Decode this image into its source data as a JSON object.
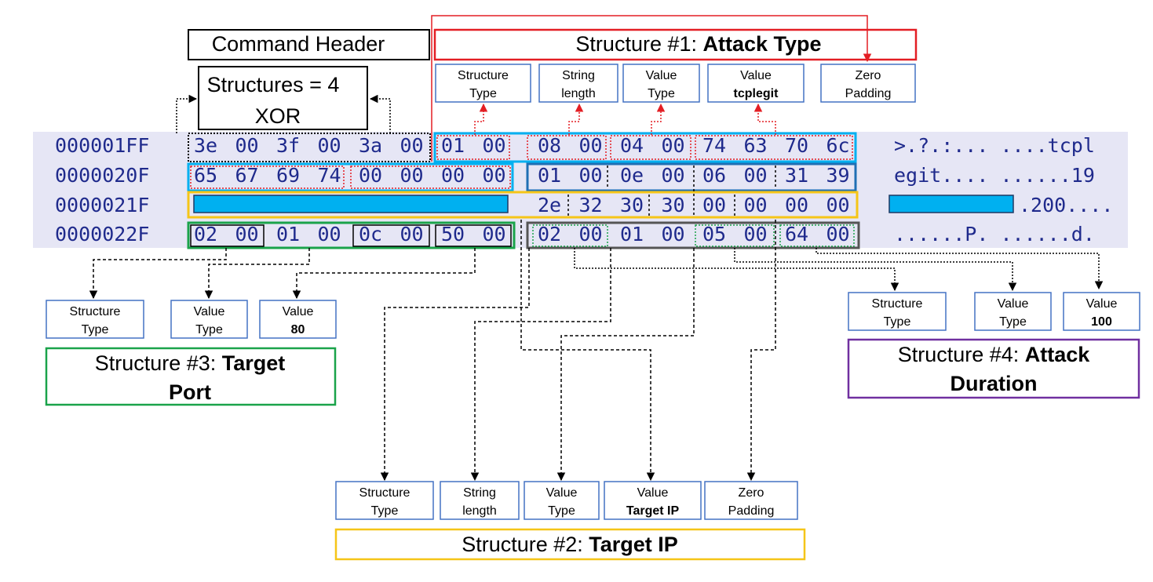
{
  "hexdump": {
    "offsets": [
      "000001FF",
      "0000020F",
      "0000021F",
      "0000022F"
    ],
    "rows": [
      [
        "3e",
        "00",
        "3f",
        "00",
        "3a",
        "00",
        "01",
        "00",
        "08",
        "00",
        "04",
        "00",
        "74",
        "63",
        "70",
        "6c"
      ],
      [
        "65",
        "67",
        "69",
        "74",
        "00",
        "00",
        "00",
        "00",
        "01",
        "00",
        "0e",
        "00",
        "06",
        "00",
        "31",
        "39"
      ],
      [
        "",
        "",
        "",
        "",
        "",
        "",
        "",
        "",
        "2e",
        "32",
        "30",
        "30",
        "00",
        "00",
        "00",
        "00"
      ],
      [
        "02",
        "00",
        "01",
        "00",
        "0c",
        "00",
        "50",
        "00",
        "02",
        "00",
        "01",
        "00",
        "05",
        "00",
        "64",
        "00"
      ]
    ],
    "ascii": [
      ">.?.:... ....tcpl",
      "egit.... ......19",
      ".200....",
      "......P. ......d."
    ]
  },
  "labels": {
    "command_header": "Command Header",
    "structures_count": "Structures = 4",
    "xor": "XOR",
    "s1_prefix": "Structure #1: ",
    "s1_bold": "Attack Type",
    "s2_prefix": "Structure #2: ",
    "s2_bold": "Target IP",
    "s3_prefix": "Structure #3: ",
    "s3_bold_1": "Target",
    "s3_bold_2": "Port",
    "s4_prefix": "Structure #4: ",
    "s4_bold_1": "Attack",
    "s4_bold_2": "Duration"
  },
  "fields": {
    "s1": [
      {
        "line1": "Structure",
        "line2": "Type",
        "bold2": false
      },
      {
        "line1": "String",
        "line2": "length",
        "bold2": false
      },
      {
        "line1": "Value",
        "line2": "Type",
        "bold2": false
      },
      {
        "line1": "Value",
        "line2": "tcplegit",
        "bold2": true
      },
      {
        "line1": "Zero",
        "line2": "Padding",
        "bold2": false
      }
    ],
    "s2": [
      {
        "line1": "Structure",
        "line2": "Type",
        "bold2": false
      },
      {
        "line1": "String",
        "line2": "length",
        "bold2": false
      },
      {
        "line1": "Value",
        "line2": "Type",
        "bold2": false
      },
      {
        "line1": "Value",
        "line2": "Target IP",
        "bold2": true
      },
      {
        "line1": "Zero",
        "line2": "Padding",
        "bold2": false
      }
    ],
    "s3": [
      {
        "line1": "Structure",
        "line2": "Type",
        "bold2": false
      },
      {
        "line1": "Value",
        "line2": "Type",
        "bold2": false
      },
      {
        "line1": "Value",
        "line2": "80",
        "bold2": true
      }
    ],
    "s4": [
      {
        "line1": "Structure",
        "line2": "Type",
        "bold2": false
      },
      {
        "line1": "Value",
        "line2": "Type",
        "bold2": false
      },
      {
        "line1": "Value",
        "line2": "100",
        "bold2": true
      }
    ]
  },
  "colors": {
    "hex_text": "#1f2a8c",
    "dump_bg": "#e6e6f5",
    "redact": "#00b0f0",
    "structure1": "#e31e24",
    "structure2": "#f5c518",
    "structure3": "#1aa34a",
    "structure4": "#7030a0",
    "field_box": "#4472c4"
  }
}
